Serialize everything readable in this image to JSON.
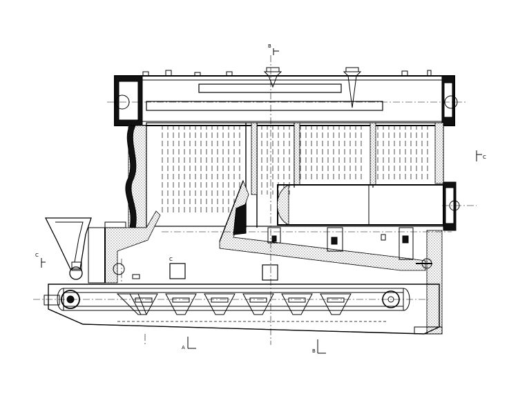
{
  "labels": {
    "section_b_top": "B",
    "section_c_right": "C",
    "section_c_left": "C",
    "section_c_inner": "C",
    "section_a_bottom": "A",
    "section_b_bottom": "B"
  }
}
